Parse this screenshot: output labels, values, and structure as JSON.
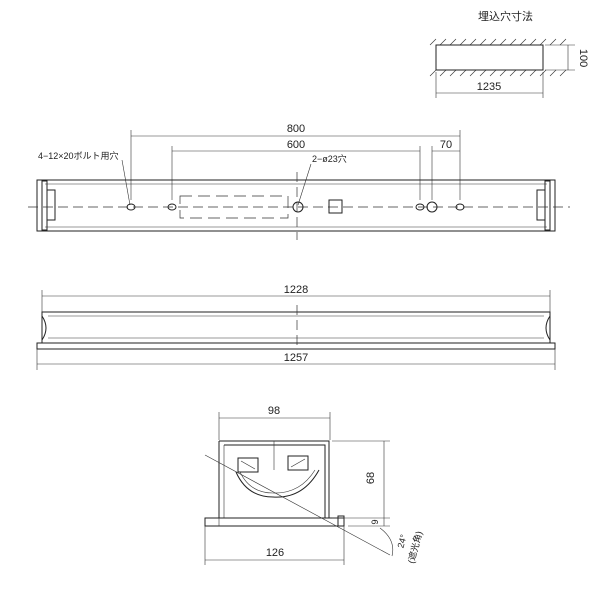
{
  "cutout": {
    "title": "埋込穴寸法",
    "width": "1235",
    "height": "100"
  },
  "top_view": {
    "dim_800": "800",
    "dim_600": "600",
    "dim_70": "70",
    "bolt_holes_note": "4−12×20ボルト用穴",
    "holes_note": "2−ø23穴"
  },
  "side_view": {
    "dim_1228": "1228",
    "dim_1257": "1257"
  },
  "section_view": {
    "dim_98": "98",
    "dim_68": "68",
    "dim_9": "9",
    "dim_126": "126",
    "angle": "24°",
    "angle_note": "(遮光角)"
  }
}
